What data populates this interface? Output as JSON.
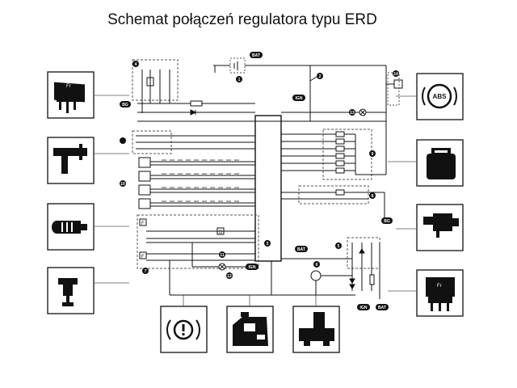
{
  "title": "Schemat połączeń regulatora typu ERD",
  "labels": {
    "bat": "BAT",
    "ign": "IGN",
    "bg": "BG",
    "abs": "ABS",
    "warning": "(!)",
    "fuse_f": "F",
    "fuse_d": "D"
  },
  "callouts": [
    "1",
    "2",
    "3",
    "4",
    "5",
    "6",
    "7",
    "8",
    "9",
    "10",
    "11",
    "12",
    "13",
    "14"
  ],
  "icons": {
    "relay_left": "relay-icon",
    "speed_sensor": "speed-sensor-icon",
    "pressure_switch": "pressure-switch-icon",
    "brake_switch": "brake-switch-icon",
    "abs_lamp": "abs-warning-lamp-icon",
    "ecu_connector": "ecu-connector-icon",
    "sensor_right": "sensor-right-icon",
    "relay_right": "relay-icon",
    "brake_warning": "brake-warning-lamp-icon",
    "modulator": "modulator-icon",
    "motor_pump": "motor-pump-icon"
  },
  "colors": {
    "line": "#111111",
    "frame": "#222222",
    "dashed": "#555555"
  }
}
